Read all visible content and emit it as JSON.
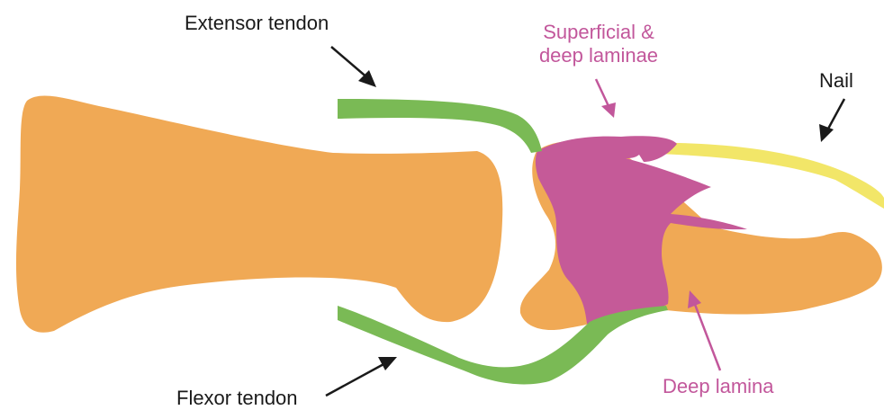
{
  "labels": {
    "extensor": "Extensor tendon",
    "flexor": "Flexor tendon",
    "laminae": "Superficial &\ndeep laminae",
    "nail": "Nail",
    "deep_lamina": "Deep lamina"
  },
  "colors": {
    "bone": "#f0a955",
    "tendon": "#7aba55",
    "lamina": "#c55a98",
    "nail": "#f2e668",
    "label_dark": "#1a1a1a",
    "label_pink": "#c2579b",
    "background": "#ffffff"
  }
}
